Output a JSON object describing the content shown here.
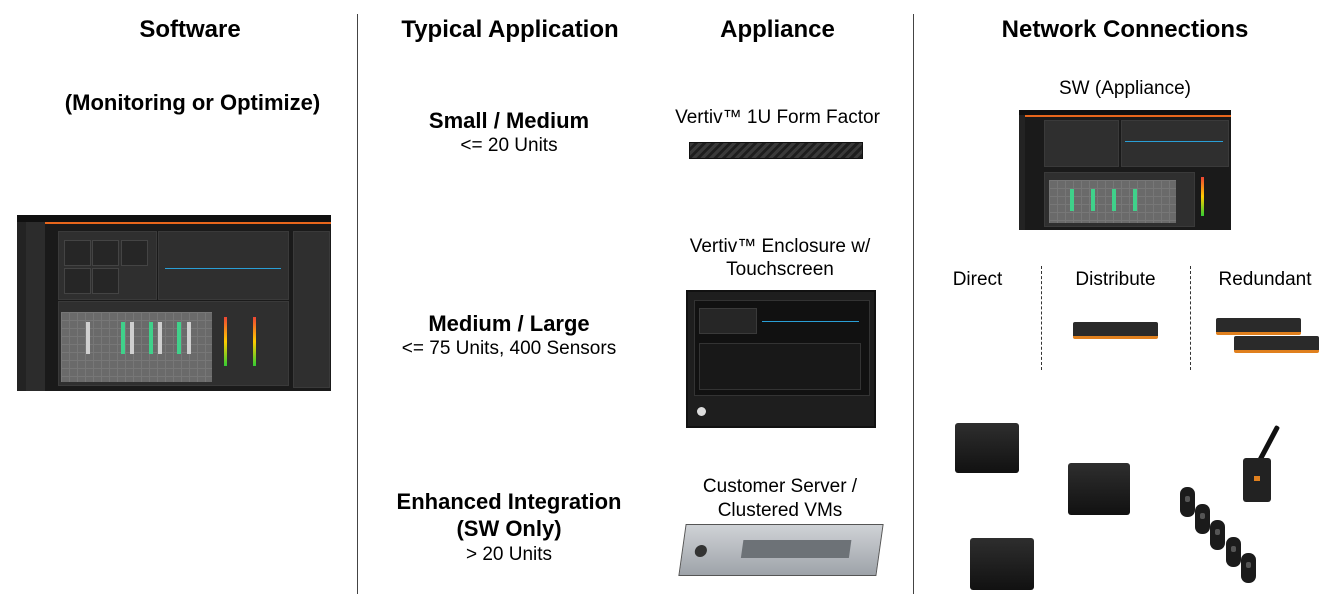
{
  "headers": {
    "software": "Software",
    "typical_application": "Typical Application",
    "appliance": "Appliance",
    "network_connections": "Network Connections"
  },
  "software": {
    "subtitle": "(Monitoring or Optimize)"
  },
  "applications": [
    {
      "title": "Small / Medium",
      "detail": "<= 20 Units"
    },
    {
      "title": "Medium / Large",
      "detail": "<= 75 Units, 400 Sensors"
    },
    {
      "title_line1": "Enhanced Integration",
      "title_line2": "(SW Only)",
      "detail": "> 20 Units"
    }
  ],
  "appliances": [
    {
      "label": "Vertiv™ 1U Form Factor"
    },
    {
      "label_line1": "Vertiv™ Enclosure w/",
      "label_line2": "Touchscreen"
    },
    {
      "label_line1": "Customer Server /",
      "label_line2": "Clustered VMs"
    }
  ],
  "network": {
    "sw_label": "SW (Appliance)",
    "modes": [
      "Direct",
      "Distribute",
      "Redundant"
    ]
  },
  "icons": {
    "dashboard": "dashboard-screenshot",
    "rack_server": "rack-server-icon",
    "enclosure": "touchscreen-enclosure-icon",
    "cooling_unit": "cooling-unit-icon",
    "sensor": "sensor-fob-icon",
    "gateway": "wireless-gateway-icon"
  },
  "colors": {
    "accent": "#e0801e",
    "chart_line": "#2a9fd6",
    "divider": "#444444"
  }
}
